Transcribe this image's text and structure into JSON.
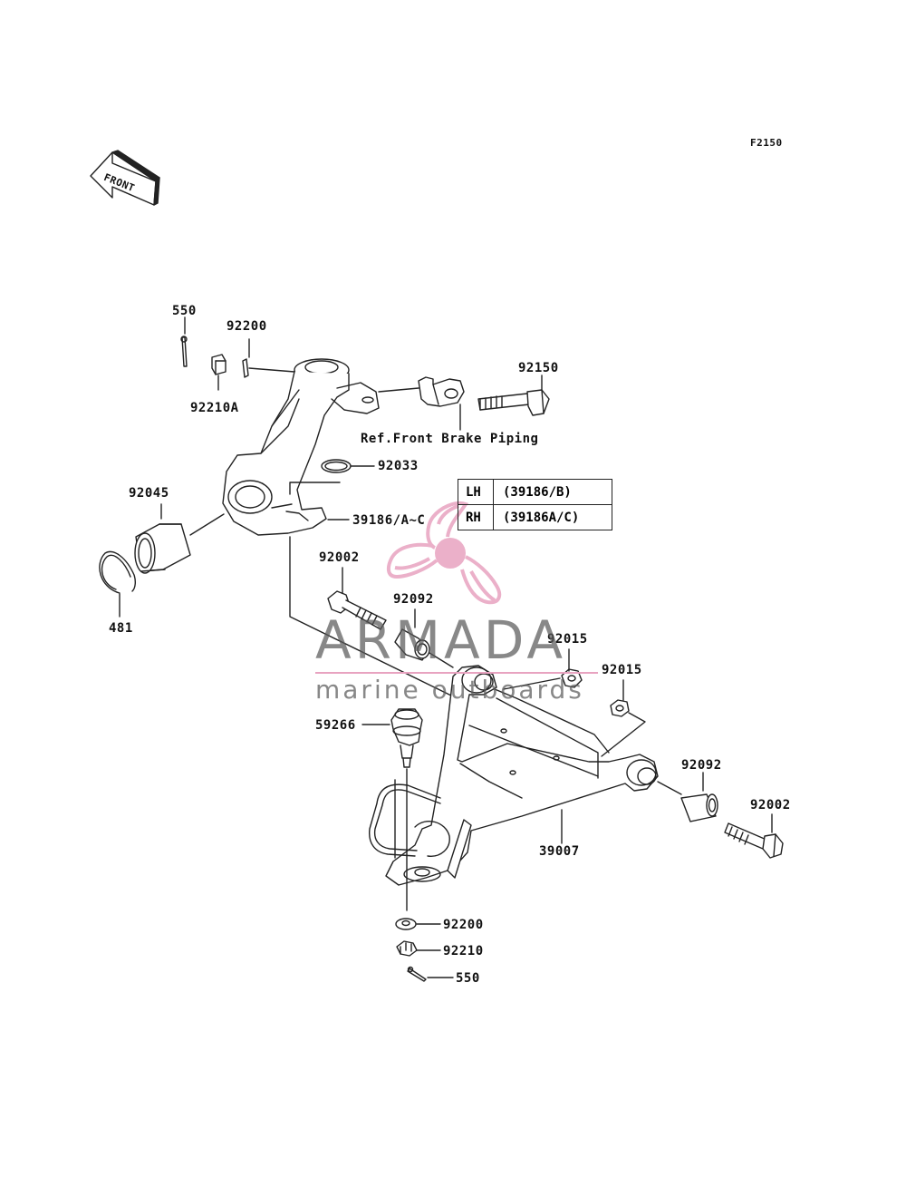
{
  "figure_code": "F2150",
  "front_arrow_text": "FRONT",
  "callouts": {
    "cotter_pin_top": "550",
    "washer_top": "92200",
    "nut_top": "92210A",
    "bolt_brake": "92150",
    "ref_note": "Ref.Front Brake Piping",
    "circlip_ring": "92033",
    "knuckle": "39186/A~C",
    "bearing": "92045",
    "snap_ring": "481",
    "bolt_upper": "92002",
    "bushing_upper": "92092",
    "nut_upper": "92015",
    "nut_right": "92015",
    "ball_joint": "59266",
    "bushing_right": "92092",
    "bolt_right": "92002",
    "a_arm": "39007",
    "washer_bottom": "92200",
    "nut_bottom": "92210",
    "cotter_pin_bottom": "550"
  },
  "variant_table": [
    {
      "side": "LH",
      "part": "(39186/B)"
    },
    {
      "side": "RH",
      "part": "(39186A/C)"
    }
  ],
  "watermark": {
    "brand": "ARMADA",
    "tagline": "marine outboards",
    "logo_color": "#e8a3c0"
  }
}
